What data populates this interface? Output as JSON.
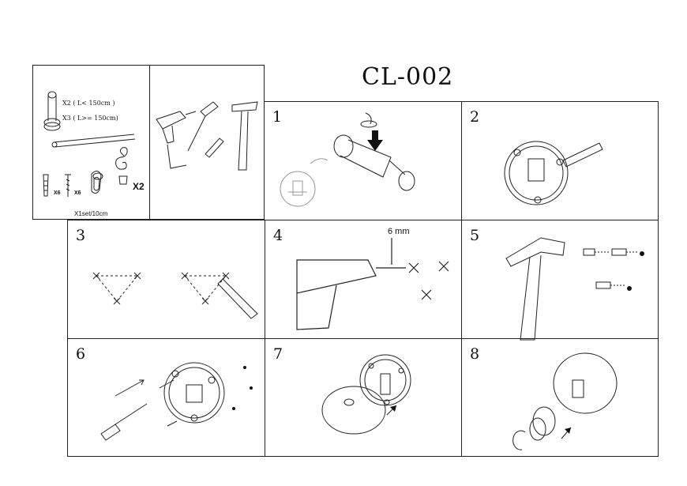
{
  "title": "CL-002",
  "parts": {
    "rod_holder_qty_short": "X2 ( L< 150cm )",
    "rod_holder_qty_long": "X3 ( L>= 150cm)",
    "anchor_qty": "X6",
    "screw_qty": "X6",
    "finial_qty": "X2",
    "ring_set": "X1set/10cm"
  },
  "steps": [
    {
      "number": "1"
    },
    {
      "number": "2"
    },
    {
      "number": "3"
    },
    {
      "number": "4",
      "drill_size": "6 mm"
    },
    {
      "number": "5"
    },
    {
      "number": "6"
    },
    {
      "number": "7"
    },
    {
      "number": "8"
    }
  ]
}
